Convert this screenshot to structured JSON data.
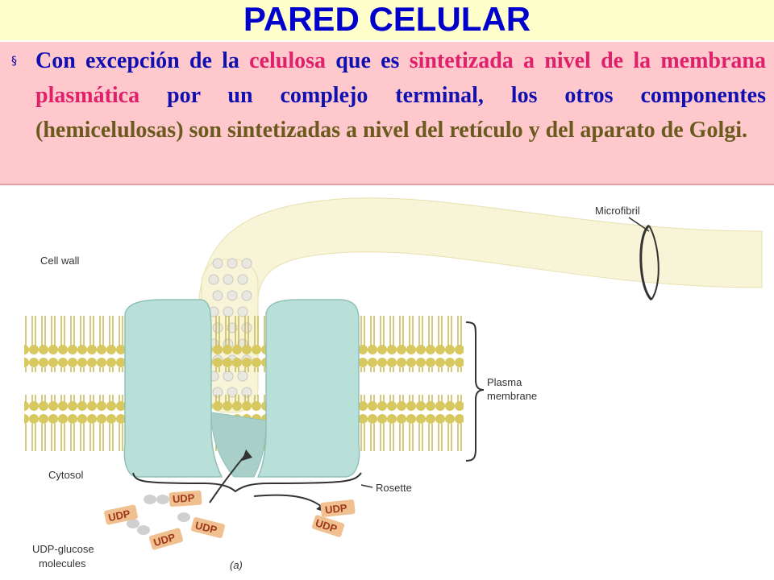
{
  "title": "PARED CELULAR",
  "bullet": "§",
  "paragraph": [
    {
      "text": "Con excepción de la ",
      "color": "blue"
    },
    {
      "text": "celulosa",
      "color": "red"
    },
    {
      "text": " que es ",
      "color": "blue"
    },
    {
      "text": "sintetizada",
      "color": "red"
    },
    {
      "text": "  a nivel de la ",
      "color": "red"
    },
    {
      "text": "membrana plasmática",
      "color": "red"
    },
    {
      "text": "  por un complejo terminal, los otros componentes ",
      "color": "blue"
    },
    {
      "text": "(hemicelulosas)",
      "color": "olive"
    },
    {
      "text": "  son sintetizadas a nivel del retículo y del aparato de Golgi.",
      "color": "olive"
    }
  ],
  "diagram": {
    "labels": {
      "microfibril": "Microfibril",
      "cell_wall": "Cell wall",
      "plasma": "Plasma",
      "membrane": "membrane",
      "cytosol": "Cytosol",
      "rosette": "Rosette",
      "udp_glucose": "UDP-glucose",
      "molecules": "molecules",
      "panel": "(a)"
    },
    "udp_tags": [
      "UDP",
      "UDP",
      "UDP",
      "UDP",
      "UDP",
      "UDP"
    ],
    "colors": {
      "lipid": "#d8c860",
      "protein": "#b8e0d8",
      "fibril": "#f8f4d8",
      "udp": "#f0c090",
      "udp_text": "#a03818"
    }
  }
}
